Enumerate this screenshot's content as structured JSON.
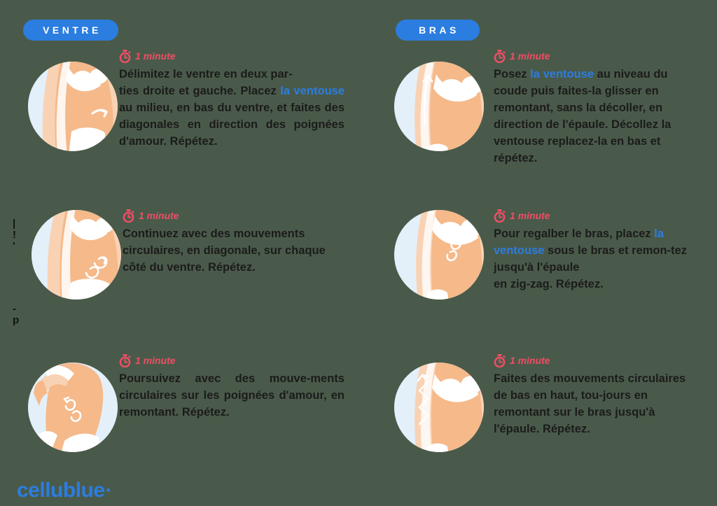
{
  "meta": {
    "background_color": "#4a5a4a",
    "accent_blue": "#2b7de0",
    "accent_pink": "#ef4e66",
    "circle_bg": "#e3f0fa",
    "skin_color": "#f5b98a",
    "text_color": "#1b1b1b"
  },
  "columns": [
    {
      "id": "ventre",
      "label": "VENTRE"
    },
    {
      "id": "bras",
      "label": "BRAS"
    }
  ],
  "timer": {
    "icon": "stopwatch-icon",
    "label": "1 minute"
  },
  "steps": {
    "ventre": [
      {
        "duration": "1 minute",
        "illustration": "torso-front-arrow-icon",
        "text_runs": [
          {
            "t": "Délimitez le ventre en ",
            "style": "normal"
          },
          {
            "t": "deux par-",
            "style": "bold"
          },
          {
            "t": "ties droite et gauche.",
            "style": "bold"
          },
          {
            "t": " Placez ",
            "style": "normal"
          },
          {
            "t": "la ventouse",
            "style": "highlight"
          },
          {
            "t": " au milieu, en bas du ventre, et faites des ",
            "style": "normal"
          },
          {
            "t": "diagonales",
            "style": "bold"
          },
          {
            "t": " en direction des poignées d'amour. Répétez.",
            "style": "normal"
          }
        ]
      },
      {
        "duration": "1 minute",
        "illustration": "torso-front-spiral-icon",
        "text_runs": [
          {
            "t": "Continuez avec des ",
            "style": "normal"
          },
          {
            "t": "mouvements circulaires, en diagonale",
            "style": "bold"
          },
          {
            "t": ", sur chaque côté du ventre. Répétez.",
            "style": "normal"
          }
        ]
      },
      {
        "duration": "1 minute",
        "illustration": "torso-side-spiral-icon",
        "text_runs": [
          {
            "t": "Poursuivez avec des mouve-ments circulaires sur les poignées ",
            "style": "normal"
          },
          {
            "t": "d'amour,",
            "style": "bold"
          },
          {
            "t": " en remontant. Répétez.",
            "style": "normal"
          }
        ]
      }
    ],
    "bras": [
      {
        "duration": "1 minute",
        "illustration": "arm-straight-arrow-icon",
        "text_runs": [
          {
            "t": "Posez ",
            "style": "normal"
          },
          {
            "t": "la ventouse",
            "style": "highlight"
          },
          {
            "t": " au niveau du coude puis faites-la ",
            "style": "normal"
          },
          {
            "t": "glisser en remontant,",
            "style": "bold"
          },
          {
            "t": " sans la décoller, en direction de l'épaule. Décollez la ventouse replacez-la en bas et répétez.",
            "style": "normal"
          }
        ]
      },
      {
        "duration": "1 minute",
        "illustration": "arm-spiral-icon",
        "text_runs": [
          {
            "t": "Pour regalber le bras, placez ",
            "style": "normal"
          },
          {
            "t": "la ventouse",
            "style": "highlight"
          },
          {
            "t": " sous le bras et remon-tez jusqu'à l'épaule en ",
            "style": "normal"
          },
          {
            "t": "zig-zag.",
            "style": "bold"
          },
          {
            "t": " Répétez.",
            "style": "normal"
          }
        ]
      },
      {
        "duration": "1 minute",
        "illustration": "arm-zigzag-icon",
        "text_runs": [
          {
            "t": "Faites des ",
            "style": "normal"
          },
          {
            "t": "mouvements circulaires",
            "style": "bold"
          },
          {
            "t": " de bas en haut, tou-jours en remontant sur le bras jusqu'à l'épaule. Répétez.",
            "style": "normal"
          }
        ]
      }
    ]
  },
  "logo": {
    "word": "cellublue",
    "dot": "·"
  },
  "edge_fragments": {
    "top": "|\n!\n'",
    "bottom": "-\np"
  }
}
